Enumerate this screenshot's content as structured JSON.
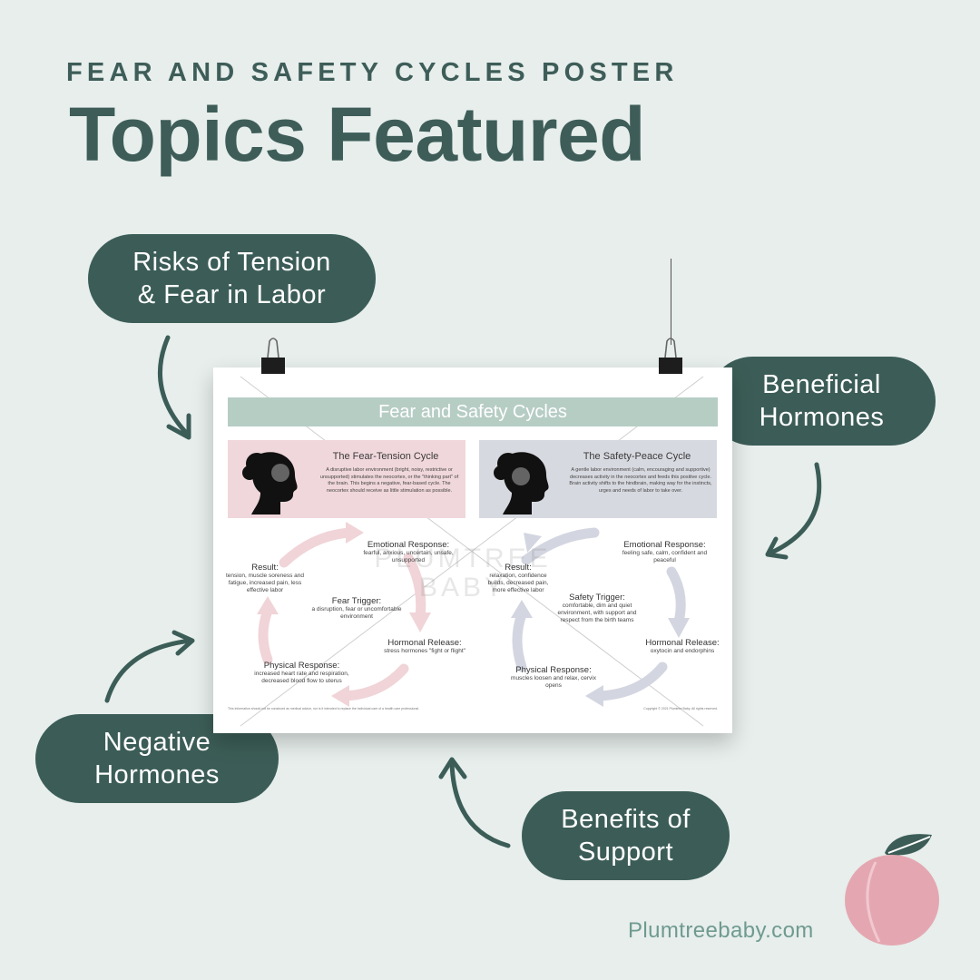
{
  "header": {
    "eyebrow": "FEAR AND SAFETY CYCLES POSTER",
    "title": "Topics Featured"
  },
  "callouts": {
    "risks": [
      "Risks of Tension",
      "& Fear in Labor"
    ],
    "beneficial": [
      "Beneficial",
      "Hormones"
    ],
    "negative": [
      "Negative",
      "Hormones"
    ],
    "support": [
      "Benefits of",
      "Support"
    ]
  },
  "poster": {
    "title": "Fear and Safety Cycles",
    "watermark": [
      "PLUMTREE",
      "BABY"
    ],
    "fear": {
      "title": "The Fear-Tension Cycle",
      "body": "A disruptive labor environment (bright, noisy, restrictive or unsupported) stimulates the neocortex, or the \"thinking part\" of the brain. This begins a negative, fear-based cycle. The neocortex should receive as little stimulation as possible.",
      "emotional_title": "Emotional Response:",
      "emotional_body": "fearful, anxious, uncertain, unsafe, unsupported",
      "result_title": "Result:",
      "result_body": "tension, muscle soreness and fatigue, increased pain, less effective labor",
      "trigger_title": "Fear Trigger:",
      "trigger_body": "a disruption, fear or uncomfortable environment",
      "hormonal_title": "Hormonal Release:",
      "hormonal_body": "stress hormones \"fight or flight\"",
      "physical_title": "Physical Response:",
      "physical_body": "increased heart rate and respiration, decreased blood flow to uterus",
      "arrow_color": "#f0d4d8"
    },
    "safety": {
      "title": "The Safety-Peace Cycle",
      "body": "A gentle labor environment (calm, encouraging and supportive) decreases activity in the neocortex and feeds this positive cycle. Brain activity shifts to the hindbrain, making way for the instincts, urges and needs of labor to take over.",
      "emotional_title": "Emotional Response:",
      "emotional_body": "feeling safe, calm, confident and peaceful",
      "result_title": "Result:",
      "result_body": "relaxation, confidence builds, decreased pain, more effective labor",
      "trigger_title": "Safety Trigger:",
      "trigger_body": "comfortable, dim and quiet environment, with support and respect from the birth teams",
      "hormonal_title": "Hormonal Release:",
      "hormonal_body": "oxytocin and endorphins",
      "physical_title": "Physical Response:",
      "physical_body": "muscles loosen and relax, cervix opens",
      "arrow_color": "#d3d6e0"
    },
    "disclaimer": "This information should not be construed as medical advice, nor is it intended to replace the individual care of a health care professional.",
    "copyright": "Copyright © 2021 Plumtree Baby. All rights reserved."
  },
  "footer": {
    "site": "Plumtreebaby.com"
  },
  "colors": {
    "background": "#e7eeec",
    "accent": "#3c5d57",
    "peach": "#e4a7b1",
    "leaf": "#3c5d57"
  }
}
